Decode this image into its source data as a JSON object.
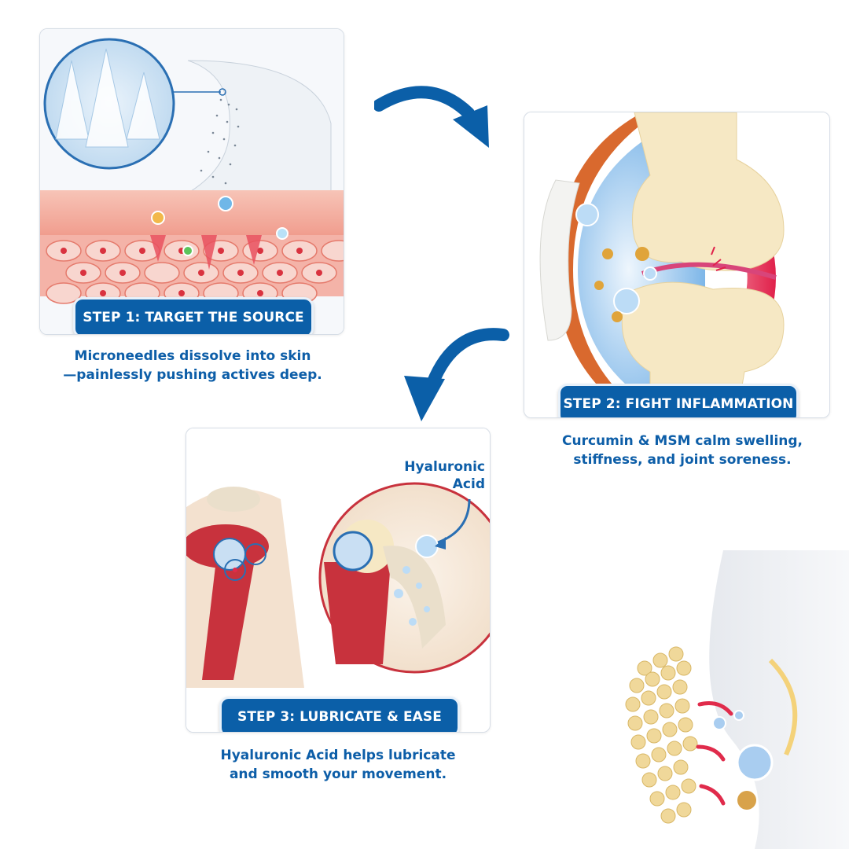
{
  "steps": [
    {
      "title": "STEP 1: TARGET THE SOURCE",
      "desc_line1": "Microneedles dissolve into skin",
      "desc_line2": "—painlessly pushing actives deep."
    },
    {
      "title": "STEP 2: FIGHT INFLAMMATION",
      "desc_line1": "Curcumin & MSM calm swelling,",
      "desc_line2": "stiffness, and joint soreness."
    },
    {
      "title": "STEP 3: LUBRICATE & EASE",
      "desc_line1": "Hyaluronic Acid helps lubricate",
      "desc_line2": "and smooth your movement."
    }
  ],
  "hyaluronic_label": {
    "line1": "Hyaluronic",
    "line2": "Acid"
  },
  "icons": {
    "arrow_1": "curved-arrow-right-down-icon",
    "arrow_2": "curved-arrow-left-down-icon"
  },
  "colors": {
    "brand_blue": "#0b5fa8",
    "text_blue": "#0d5ea8",
    "accent_red": "#e02b4b"
  }
}
